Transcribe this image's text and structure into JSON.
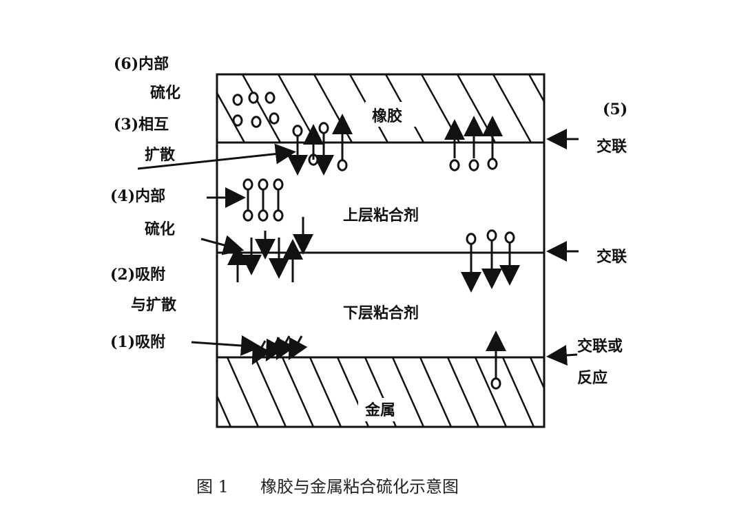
{
  "layers": {
    "rubber": "橡胶",
    "upper_adhesive": "上层粘合剂",
    "lower_adhesive": "下层粘合剂",
    "metal": "金属"
  },
  "left_labels": {
    "l6a": "(6)内部",
    "l6b": "硫化",
    "l3a": "(3)相互",
    "l3b": "扩散",
    "l4a": "(4)内部",
    "l4b": "硫化",
    "l2a": "(2)吸附",
    "l2b": "与扩散",
    "l1": "(1)吸附"
  },
  "right_labels": {
    "r5": "(5)",
    "r5b": "交联",
    "r_mid": "交联",
    "r_bot_a": "交联或",
    "r_bot_b": "反应"
  },
  "caption": {
    "figure_no": "图 1",
    "title": "橡胶与金属粘合硫化示意图"
  }
}
